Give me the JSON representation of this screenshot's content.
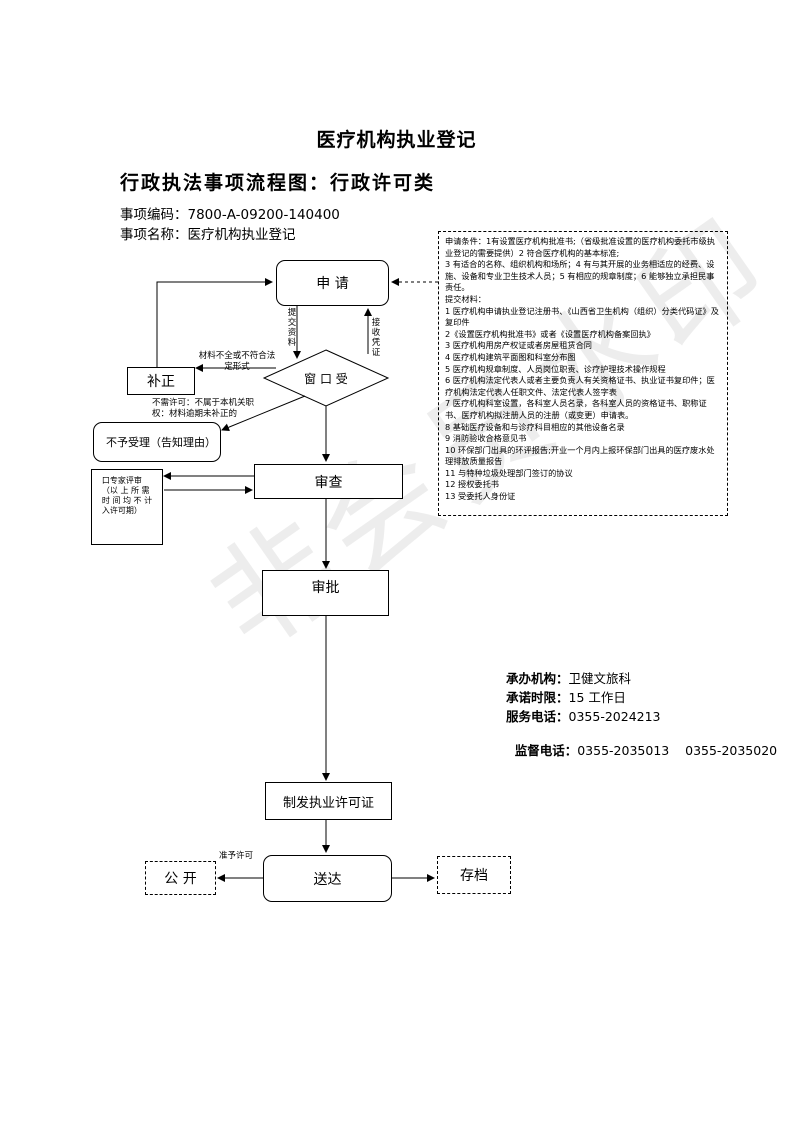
{
  "doc": {
    "title": "医疗机构执业登记",
    "subtitle": "行政执法事项流程图：行政许可类",
    "item_code": "事项编码：7800-A-09200-140400",
    "item_name": "事项名称：医疗机构执业登记"
  },
  "flow": {
    "apply": "申 请",
    "window": "窗 口 受",
    "supplement": "补正",
    "reject": "不予受理（告知理由）",
    "review": "审查",
    "expert": "口专家评审\n（以 上 所 需\n时 间 均 不 计\n入许可期）",
    "approve": "审批",
    "issue": "制发执业许可证",
    "deliver": "送达",
    "publish": "公 开",
    "archive": "存档"
  },
  "labels": {
    "submit_material": "提交资料",
    "receive_cert": "接收凭证",
    "incomplete": "材料不全或不符合法定形式",
    "not_permitted": "不需许可：不属于本机关职权：材料逾期未补正的",
    "grant": "准予许可"
  },
  "conditions": [
    "申请条件：1有设置医疗机构批准书;（省级批准设置的医疗机构委托市级执业登记的需要提供）2 符合医疗机构的基本标准;",
    "3 有适合的名称、组织机构和场所；4 有与其开展的业务相适应的经费、设施、设备和专业卫生技术人员；5 有相应的规章制度；6 能够独立承担民事责任。",
    "提交材料：",
    "1 医疗机构申请执业登记注册书、《山西省卫生机构（组织）分类代码证》及复印件",
    "2《设置医疗机构批准书》或者《设置医疗机构备案回执》",
    "3 医疗机构用房产权证或者房屋租赁合同",
    "4 医疗机构建筑平面图和科室分布图",
    "5 医疗机构规章制度、人员岗位职责、诊疗护理技术操作规程",
    "6 医疗机构法定代表人或者主要负责人有关资格证书、执业证书复印件；医疗机构法定代表人任职文件、法定代表人签字表",
    "7 医疗机构科室设置，各科室人员名录，各科室人员的资格证书、职称证书、医疗机构拟注册人员的注册（或变更）申请表。",
    "8 基础医疗设备和与诊疗科目相应的其他设备名录",
    "9 消防验收合格意见书",
    "10 环保部门出具的环评报告;开业一个月内上报环保部门出具的医疗废水处理排放质量报告",
    "11 与特种垃圾处理部门签订的协议",
    "12 授权委托书",
    "13 受委托人身份证"
  ],
  "info": {
    "org_label": "承办机构：",
    "org": "卫健文旅科",
    "time_label": "承诺时限：",
    "time": "15 工作日",
    "phone_label": "服务电话：",
    "phone": "0355-2024213",
    "sup_label": "监督电话：",
    "sup": "0355-2035013    0355-2035020"
  },
  "watermark": "非会员水印"
}
